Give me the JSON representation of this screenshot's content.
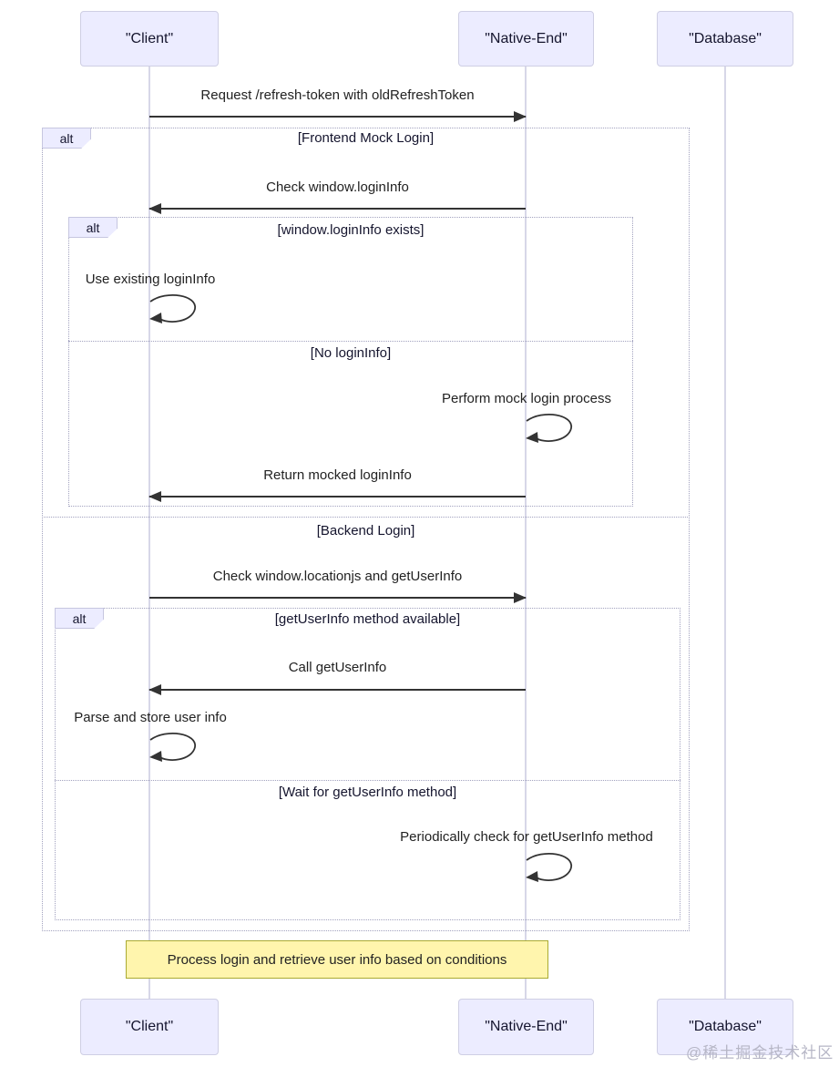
{
  "diagram": {
    "watermark": "@稀土掘金技术社区",
    "alt_label": "alt",
    "actors": [
      {
        "label": "\"Client\""
      },
      {
        "label": "\"Native-End\""
      },
      {
        "label": "\"Database\""
      }
    ],
    "messages": {
      "request_refresh": "Request /refresh-token with oldRefreshToken",
      "check_logininfo": "Check window.loginInfo",
      "use_existing": "Use existing loginInfo",
      "perform_mock": "Perform mock login process",
      "return_mocked": "Return mocked loginInfo",
      "check_locationjs": "Check window.locationjs and getUserInfo",
      "call_getuserinfo": "Call getUserInfo",
      "parse_store": "Parse and store user info",
      "periodic_check": "Periodically check for getUserInfo method"
    },
    "conditions": {
      "frontend_mock": "[Frontend Mock Login]",
      "logininfo_exists": "[window.loginInfo exists]",
      "no_logininfo": "[No loginInfo]",
      "backend_login": "[Backend Login]",
      "getuserinfo_available": "[getUserInfo method available]",
      "wait_getuserinfo": "[Wait for getUserInfo method]"
    },
    "note": "Process login and retrieve user info based on conditions",
    "colors": {
      "actor_fill": "#ECECFF",
      "note_fill": "#FFF5AD",
      "note_border": "#AAAA33",
      "line": "#333333"
    }
  }
}
